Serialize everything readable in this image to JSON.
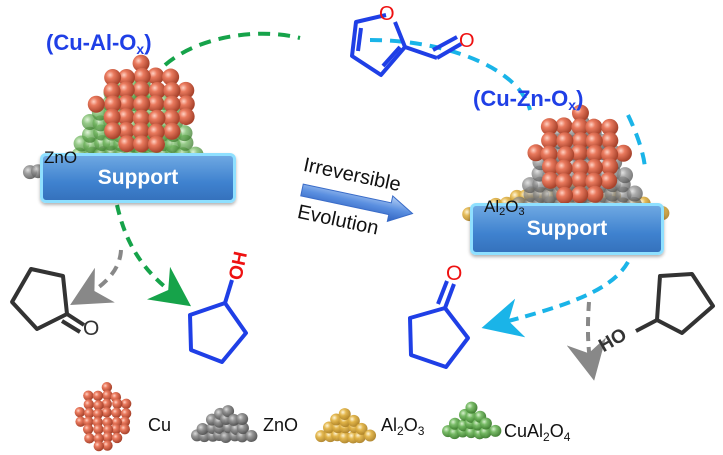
{
  "catalysts": {
    "left": {
      "label_main": "(Cu-Al-O",
      "label_sub": "x",
      "label_close": ")",
      "support": "Support",
      "side_material": "ZnO"
    },
    "right": {
      "label_main": "(Cu-Zn-O",
      "label_sub": "x",
      "label_close": ")",
      "support": "Support",
      "side_material_main": "Al",
      "side_material_sub1": "2",
      "side_material_mid": "O",
      "side_material_sub2": "3"
    }
  },
  "transition": {
    "line1": "Irreversible",
    "line2": "Evolution"
  },
  "molecules": {
    "reactant": {
      "name": "furfural",
      "o_ring": "O",
      "o_carbonyl": "O"
    },
    "left_major": {
      "name": "cyclopentanol",
      "group": "OH"
    },
    "left_minor": {
      "name": "cyclopentanone",
      "group": "O"
    },
    "right_major": {
      "name": "cyclopentanone",
      "group": "O"
    },
    "right_minor": {
      "name": "cyclopentanol",
      "group": "HO"
    }
  },
  "legend": [
    {
      "name": "Cu",
      "text": "Cu"
    },
    {
      "name": "ZnO",
      "text": "ZnO"
    },
    {
      "name": "Al2O3",
      "main": "Al",
      "sub1": "2",
      "mid": "O",
      "sub2": "3"
    },
    {
      "name": "CuAl2O4",
      "main": "CuAl",
      "sub1": "2",
      "mid": "O",
      "sub2": "4"
    }
  ],
  "colors": {
    "label_blue": "#1f3fe6",
    "oxygen_red": "#ee1111",
    "path_green": "#16a34a",
    "path_cyan": "#1ab4e8",
    "minor_gray": "#888888",
    "cu": "#e07055",
    "zno": "#8c8c8c",
    "al2o3": "#e0b040",
    "cual2o4": "#6ab45a",
    "support": "#4a8ad6"
  }
}
